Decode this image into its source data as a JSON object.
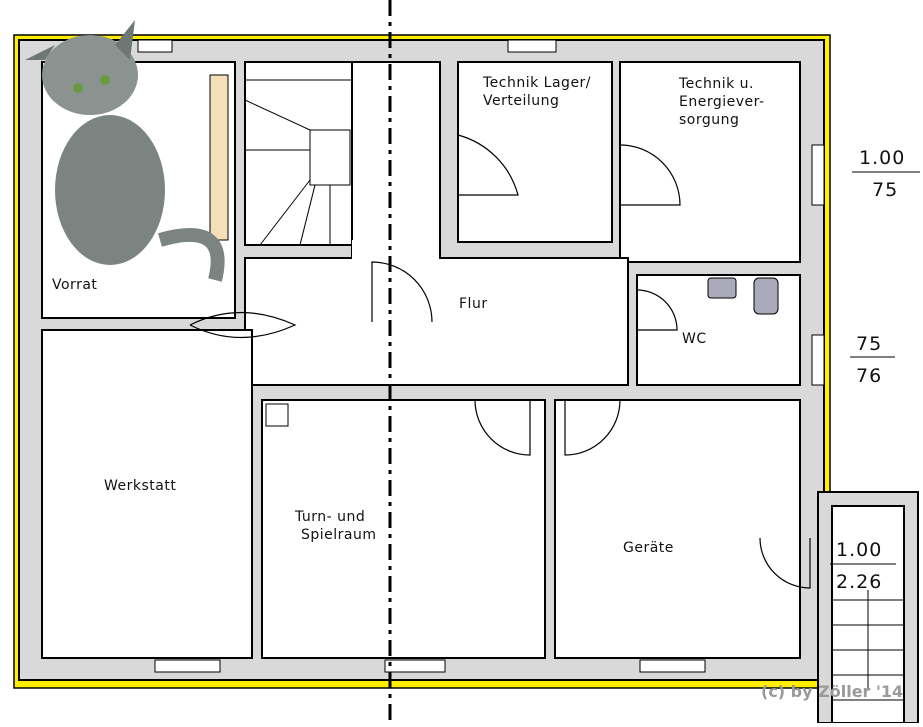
{
  "rooms": {
    "vorrat": "Vorrat",
    "technik_lager_1": "Technik Lager/",
    "technik_lager_2": "Verteilung",
    "technik_energie_1": "Technik u.",
    "technik_energie_2": "Energiever-",
    "technik_energie_3": "sorgung",
    "flur": "Flur",
    "wc": "WC",
    "werkstatt": "Werkstatt",
    "turn_1": "Turn- und",
    "turn_2": "Spielraum",
    "geraete": "Geräte"
  },
  "dimensions": [
    {
      "top": "1.00",
      "bottom": "75"
    },
    {
      "top": "75",
      "bottom": "76"
    },
    {
      "top": "1.00",
      "bottom": "2.26"
    }
  ],
  "copyright": "(c) by Zöller '14",
  "colors": {
    "wall": "#d9d9d9",
    "insulation": "#ffee00"
  }
}
